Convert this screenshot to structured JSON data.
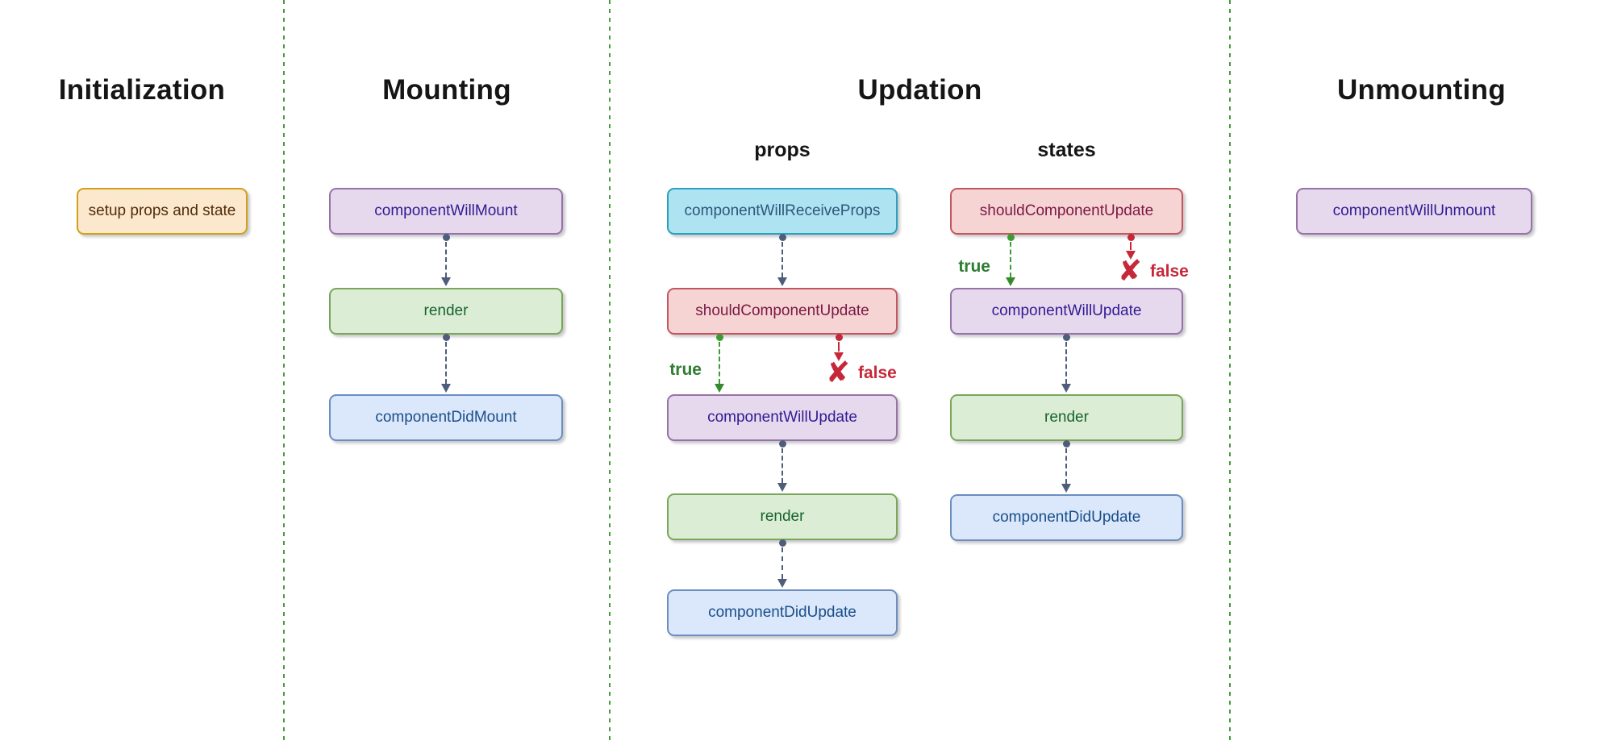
{
  "sections": {
    "initialization": {
      "title": "Initialization",
      "node": {
        "label": "setup props and state",
        "style": "orange"
      }
    },
    "mounting": {
      "title": "Mounting",
      "nodes": [
        {
          "label": "componentWillMount",
          "style": "purple"
        },
        {
          "label": "render",
          "style": "green"
        },
        {
          "label": "componentDidMount",
          "style": "blue"
        }
      ]
    },
    "updation": {
      "title": "Updation",
      "branch_true_label": "true",
      "branch_false_label": "false",
      "x_mark_glyph": "✘",
      "props_column": {
        "header": "props",
        "nodes": [
          {
            "label": "componentWillReceiveProps",
            "style": "cyan"
          },
          {
            "label": "shouldComponentUpdate",
            "style": "red"
          },
          {
            "label": "componentWillUpdate",
            "style": "purple"
          },
          {
            "label": "render",
            "style": "green"
          },
          {
            "label": "componentDidUpdate",
            "style": "blue"
          }
        ]
      },
      "states_column": {
        "header": "states",
        "nodes": [
          {
            "label": "shouldComponentUpdate",
            "style": "red"
          },
          {
            "label": "componentWillUpdate",
            "style": "purple"
          },
          {
            "label": "render",
            "style": "green"
          },
          {
            "label": "componentDidUpdate",
            "style": "blue"
          }
        ]
      }
    },
    "unmounting": {
      "title": "Unmounting",
      "node": {
        "label": "componentWillUnmount",
        "style": "purple"
      }
    }
  },
  "colors": {
    "background": "#ffffff",
    "divider_green": "#4a9b3f",
    "arrow_slate": "#4e5d7a",
    "branch_true_green": "#2e7d32",
    "branch_false_red": "#c62839",
    "node_orange": {
      "fill": "#fce8cd",
      "border": "#d2a018",
      "text": "#512d0b"
    },
    "node_purple": {
      "fill": "#e6d9ee",
      "border": "#9673a6",
      "text": "#311b92"
    },
    "node_green": {
      "fill": "#dcedd5",
      "border": "#7aa65a",
      "text": "#17642e"
    },
    "node_blue": {
      "fill": "#dbe8fb",
      "border": "#6c8ebf",
      "text": "#1a4e8a"
    },
    "node_cyan": {
      "fill": "#aee3f2",
      "border": "#2ba0bd",
      "text": "#2d567c"
    },
    "node_red": {
      "fill": "#f7d4d4",
      "border": "#c4565e",
      "text": "#7a1845"
    }
  }
}
